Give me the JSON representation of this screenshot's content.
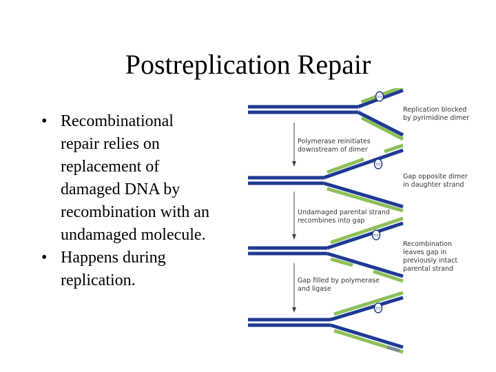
{
  "slide": {
    "title": "Postreplication Repair",
    "bullets": [
      [
        "Recombinational",
        "repair relies on",
        "replacement of",
        "damaged DNA by",
        "recombination with an",
        "undamaged molecule."
      ],
      [
        "Happens during",
        "replication."
      ]
    ]
  },
  "diagram": {
    "dimer_label": "T-T",
    "captions": {
      "step1_right": [
        "Replication blocked",
        "by pyrimidine dimer"
      ],
      "arrow1": [
        "Polymerase reinitiates",
        "downstream of dimer"
      ],
      "step2_right": [
        "Gap opposite dimer",
        "in daughter strand"
      ],
      "arrow2": [
        "Undamaged parental strand",
        "recombines into gap"
      ],
      "step3_right": [
        "Recombination",
        "leaves gap in",
        "previously intact",
        "parental strand"
      ],
      "arrow3": [
        "Gap filled by polymerase",
        "and ligase"
      ]
    },
    "colors": {
      "parental": "#1f3a93",
      "daughter": "#8dc05a",
      "dimer_fill": "#ffffff",
      "arrow": "#444444"
    }
  }
}
